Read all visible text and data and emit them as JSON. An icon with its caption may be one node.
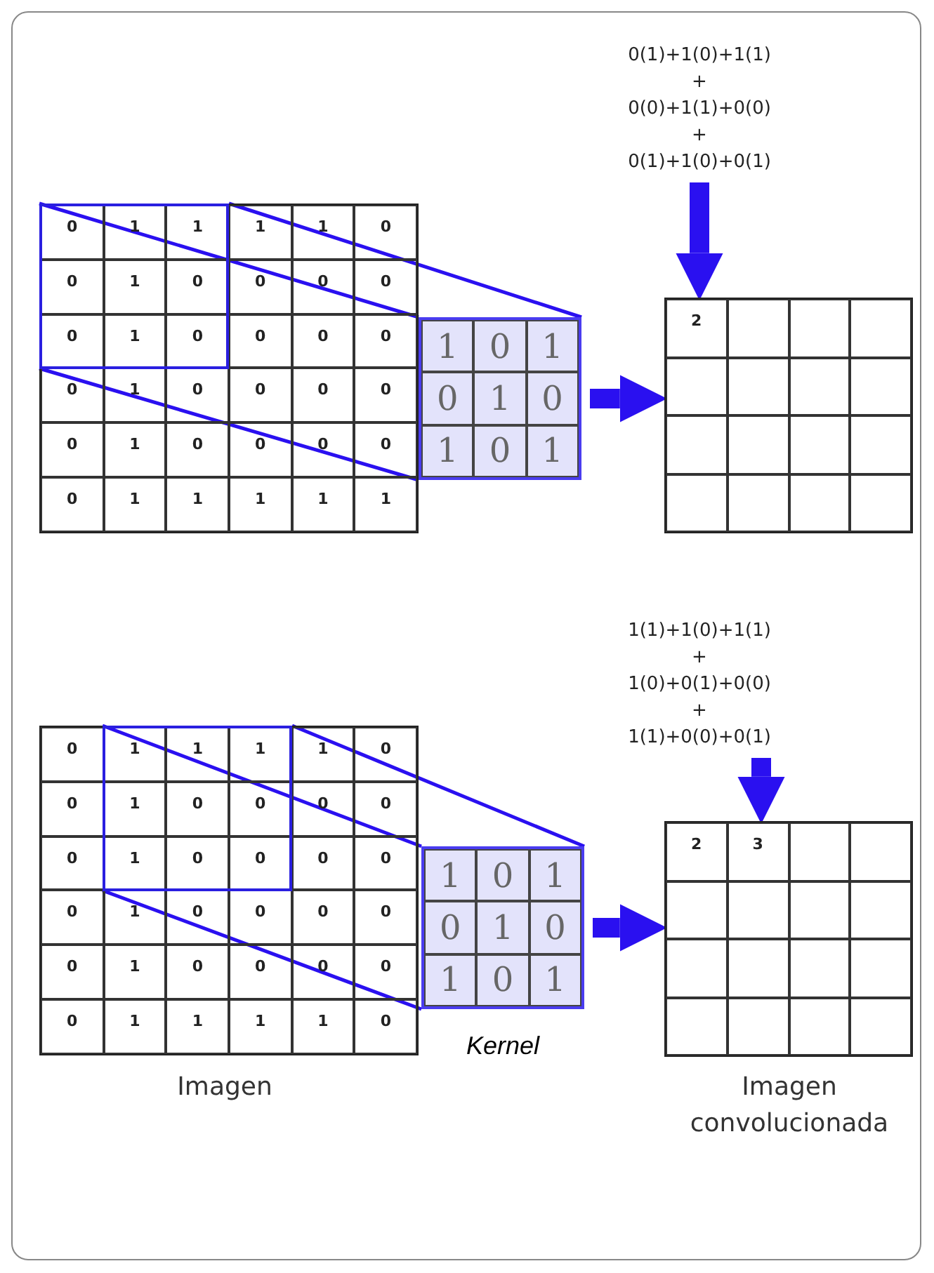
{
  "diagram": {
    "nodes": [
      {
        "text": [
          "0(1)+1(0)+1(1)",
          "+",
          "0(0)+1(1)+0(0)",
          "+",
          "0(1)+1(0)+0(1)"
        ]
      },
      {
        "text": [
          "0",
          "1",
          "1",
          "1",
          "1",
          "0",
          "0",
          "1",
          "0",
          "0",
          "0",
          "0",
          "0",
          "1",
          "0",
          "0",
          "0",
          "0",
          "0",
          "1",
          "0",
          "0",
          "0",
          "0",
          "0",
          "1",
          "0",
          "0",
          "0",
          "0",
          "0",
          "1",
          "1",
          "1",
          "1",
          "1"
        ]
      },
      {
        "text": [
          "1",
          "0",
          "1",
          "0",
          "1",
          "0",
          "1",
          "0",
          "1"
        ]
      },
      {
        "text": [
          "2"
        ]
      },
      {
        "text": [
          "1(1)+1(0)+1(1)",
          "+",
          "1(0)+0(1)+0(0)",
          "+",
          "1(1)+0(0)+0(1)"
        ]
      },
      {
        "text": [
          "0",
          "1",
          "1",
          "1",
          "1",
          "0",
          "0",
          "1",
          "0",
          "0",
          "0",
          "0",
          "0",
          "1",
          "0",
          "0",
          "0",
          "0",
          "0",
          "1",
          "0",
          "0",
          "0",
          "0",
          "0",
          "1",
          "0",
          "0",
          "0",
          "0",
          "0",
          "1",
          "1",
          "1",
          "1",
          "0"
        ],
        "beside": [
          "Imagen"
        ]
      },
      {
        "text": [
          "1",
          "0",
          "1",
          "0",
          "1",
          "0",
          "1",
          "0",
          "1"
        ],
        "beside": [
          "Kernel"
        ]
      },
      {
        "text": [
          "2",
          "3"
        ],
        "beside": [
          "Imagen convolucionada"
        ]
      }
    ],
    "edges": [
      {
        "from": 1,
        "to": 2,
        "arrow": "none"
      },
      {
        "from": 1,
        "to": 2,
        "arrow": "none"
      },
      {
        "from": 1,
        "to": 2,
        "arrow": "none"
      },
      {
        "from": 2,
        "to": 3,
        "arrow": "to",
        "style": "thick"
      },
      {
        "from": 0,
        "to": 3,
        "arrow": "to",
        "style": "thick"
      },
      {
        "from": 5,
        "to": 6,
        "arrow": "none"
      },
      {
        "from": 5,
        "to": 6,
        "arrow": "none"
      },
      {
        "from": 5,
        "to": 6,
        "arrow": "none"
      },
      {
        "from": 6,
        "to": 7,
        "arrow": "to",
        "style": "thick"
      },
      {
        "from": 4,
        "to": 7,
        "arrow": "to",
        "style": "thick"
      }
    ]
  }
}
